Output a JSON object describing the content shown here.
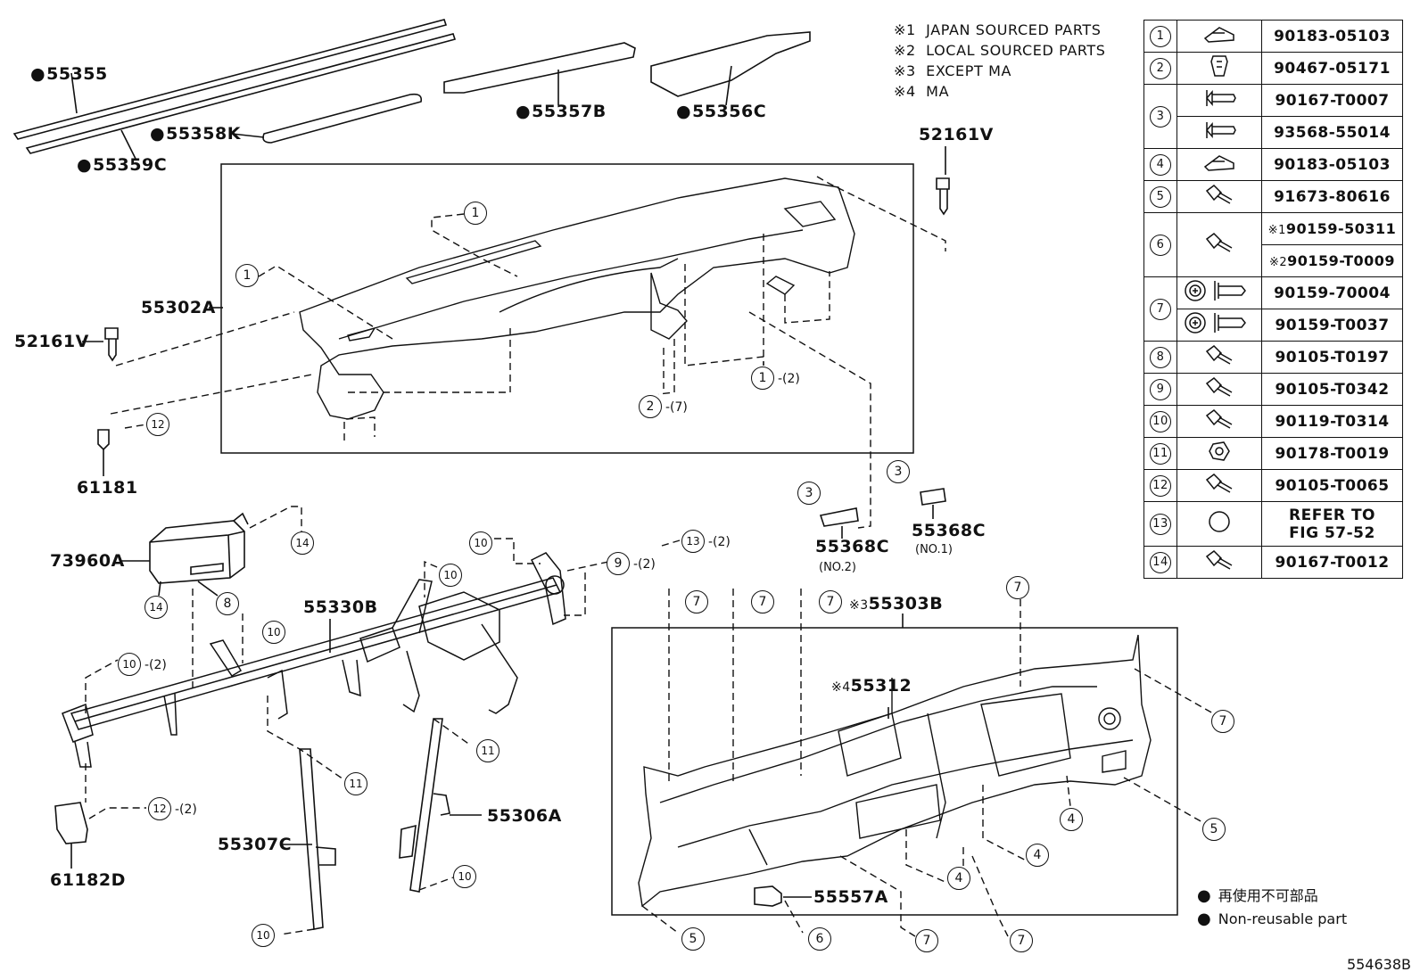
{
  "notes": [
    {
      "mark": "※1",
      "text": "JAPAN SOURCED PARTS"
    },
    {
      "mark": "※2",
      "text": "LOCAL SOURCED PARTS"
    },
    {
      "mark": "※3",
      "text": "EXCEPT MA"
    },
    {
      "mark": "※4",
      "text": "MA"
    }
  ],
  "labels": {
    "p55355": "55355",
    "p55359c": "55359C",
    "p55358k": "55358K",
    "p55357b": "55357B",
    "p55356c": "55356C",
    "p52161v_r": "52161V",
    "p52161v_l": "52161V",
    "p55302a": "55302A",
    "p61181": "61181",
    "p73960a": "73960A",
    "p55330b": "55330B",
    "p55368c_no2": "55368C",
    "p55368c_no2_sub": "(NO.2)",
    "p55368c_no1": "55368C",
    "p55368c_no1_sub": "(NO.1)",
    "p55303b_mark": "※3",
    "p55303b": "55303B",
    "p55312_mark": "※4",
    "p55312": "55312",
    "p55306a": "55306A",
    "p55307c": "55307C",
    "p61182d": "61182D",
    "p55557a": "55557A"
  },
  "callouts": {
    "c1a": "1",
    "c1b": "1",
    "c1c": "1",
    "c1c_q": "-(2)",
    "c2": "2",
    "c2_q": "-(7)",
    "c3a": "3",
    "c3b": "3",
    "c12a": "12",
    "c14a": "14",
    "c14b": "14",
    "c8": "8",
    "c10a": "10",
    "c10b": "10",
    "c10c": "10",
    "c10d": "10",
    "c10d_q": "-(2)",
    "c10e": "10",
    "c10f": "10",
    "c9": "9",
    "c9_q": "-(2)",
    "c13": "13",
    "c13_q": "-(2)",
    "c7a": "7",
    "c7b": "7",
    "c7c": "7",
    "c7d": "7",
    "c7e": "7",
    "c7f": "7",
    "c7g": "7",
    "c11a": "11",
    "c11b": "11",
    "c12b": "12",
    "c12b_q": "-(2)",
    "c4a": "4",
    "c4b": "4",
    "c4c": "4",
    "c5a": "5",
    "c5b": "5",
    "c6": "6"
  },
  "parts_table": [
    {
      "no": "1",
      "icon": "clip-nut-icon",
      "pn": "90183-05103"
    },
    {
      "no": "2",
      "icon": "push-clip-icon",
      "pn": "90467-05171"
    },
    {
      "no": "3",
      "icon": "screw-icon",
      "pn": "90167-T0007"
    },
    {
      "no": "",
      "icon": "screw-icon",
      "pn": "93568-55014"
    },
    {
      "no": "4",
      "icon": "clip-nut-icon",
      "pn": "90183-05103"
    },
    {
      "no": "5",
      "icon": "bolt-icon",
      "pn": "91673-80616"
    },
    {
      "no": "6",
      "icon": "bolt-icon",
      "pn": "90159-50311",
      "mark": "※1"
    },
    {
      "no": "",
      "icon": "",
      "pn": "90159-T0009",
      "mark": "※2"
    },
    {
      "no": "7",
      "icon": "washer-screw-icon",
      "pn": "90159-70004"
    },
    {
      "no": "",
      "icon": "washer-screw-icon",
      "pn": "90159-T0037"
    },
    {
      "no": "8",
      "icon": "bolt-icon",
      "pn": "90105-T0197"
    },
    {
      "no": "9",
      "icon": "bolt-icon",
      "pn": "90105-T0342"
    },
    {
      "no": "10",
      "icon": "bolt-icon",
      "pn": "90119-T0314"
    },
    {
      "no": "11",
      "icon": "nut-icon",
      "pn": "90178-T0019"
    },
    {
      "no": "12",
      "icon": "bolt-icon",
      "pn": "90105-T0065"
    },
    {
      "no": "13",
      "icon": "cap-icon",
      "pn": "REFER TO",
      "pn2": "FIG 57-52"
    },
    {
      "no": "14",
      "icon": "bolt-icon",
      "pn": "90167-T0012"
    }
  ],
  "legend": {
    "line1": "再使用不可部品",
    "line2": "Non-reusable part"
  },
  "figure_ref": "554638B"
}
